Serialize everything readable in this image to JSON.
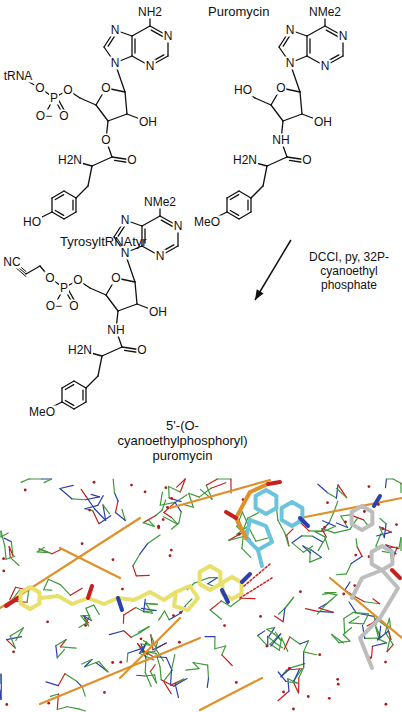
{
  "diagram": {
    "nodes": [
      {
        "text": [
          "TyrosyltRNAtyr"
        ]
      },
      {
        "text": [
          "Puromycin"
        ]
      },
      {
        "text": [
          "5'-(O-cyanoethylphosphoryl) puromycin"
        ]
      }
    ],
    "edges": [
      {
        "from": 1,
        "to": 2,
        "arrow": "to",
        "label": "DCCI, py, 32P-cyanoethyl phosphate"
      }
    ],
    "labels": [
      "NH2",
      "N",
      "N",
      "N",
      "N",
      "O",
      "OH",
      "O",
      "O",
      "H2N",
      "HO",
      "O",
      "P",
      "O",
      "tRNA",
      "O−",
      "O",
      "NMe2",
      "N",
      "N",
      "N",
      "N",
      "O",
      "OH",
      "NH",
      "O",
      "H2N",
      "MeO",
      "HO",
      "NMe2",
      "N",
      "N",
      "N",
      "N",
      "O",
      "OH",
      "NH",
      "O",
      "H2N",
      "MeO",
      "O",
      "P",
      "O",
      "NC",
      "O−",
      "O"
    ]
  }
}
